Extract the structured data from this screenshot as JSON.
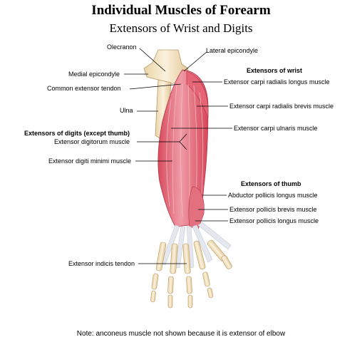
{
  "title": "Individual Muscles of Forearm",
  "subtitle": "Extensors of Wrist and Digits",
  "labels": {
    "olecranon": "Olecranon",
    "lateral_epicondyle": "Lateral epicondyle",
    "medial_epicondyle": "Medial epicondyle",
    "common_extensor_tendon": "Common extensor tendon",
    "ulna": "Ulna",
    "ecr_longus": "Extensor carpi radialis longus muscle",
    "ecr_brevis": "Extensor carpi radialis brevis muscle",
    "ec_ulnaris": "Extensor carpi ulnaris muscle",
    "ext_digitorum": "Extensor digitorum muscle",
    "ext_digiti_minimi": "Extensor digiti minimi muscle",
    "abd_pollicis_longus": "Abductor pollicis longus muscle",
    "ext_pollicis_brevis": "Extensor pollicis brevis muscle",
    "ext_pollicis_longus": "Extensor pollicis longus muscle",
    "ext_indicis_tendon": "Extensor indicis tendon"
  },
  "headers": {
    "wrist": "Extensors of wrist",
    "digits": "Extensors of digits (except thumb)",
    "thumb": "Extensors of thumb"
  },
  "note": "Note: anconeus muscle not shown because it is extensor of elbow",
  "colors": {
    "muscle": "#e0606f",
    "muscle_light": "#f2a7b0",
    "bone": "#f3e4c4",
    "tendon": "#dfe3ea",
    "leader": "#000000"
  }
}
